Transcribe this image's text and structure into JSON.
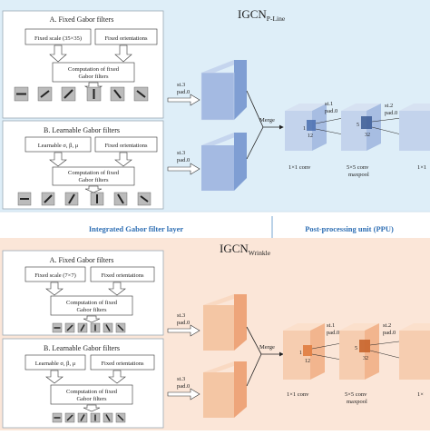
{
  "colors": {
    "top_bg": "#deeef8",
    "bottom_bg": "#fbe6d8",
    "panel_border": "#9aa9b5",
    "blue_block": "#9db4df",
    "orange_block": "#f4c6a4",
    "orange_dark": "#e07c3f",
    "blue_dark": "#4a6fb0",
    "divider": "#8bb5d8",
    "caption_blue": "#2f6fb4"
  },
  "top": {
    "title_main": "IGCN",
    "title_sub": "P-Line",
    "fixed": {
      "title": "A. Fixed Gabor filters",
      "box_left": "Fixed scale (35×35)",
      "box_right": "Fixed orientations",
      "compute_line1": "Computation of fixed",
      "compute_line2": "Gabor filters"
    },
    "learnable": {
      "title": "B. Learnable Gabor filters",
      "box_left": "Learnable σ, β, μ",
      "box_right": "Fixed orientations",
      "compute_line1": "Computation of fixed",
      "compute_line2": "Gabor filters"
    },
    "stride_a_line1": "st.3",
    "stride_a_line2": "pad.0",
    "stride_b_line1": "st.3",
    "stride_b_line2": "pad.0",
    "merge": "Merge",
    "st1_line1": "st.1",
    "st1_line2": "pad.0",
    "st2_line1": "st.2",
    "st2_line2": "pad.0",
    "conv1_label": "1×1  conv",
    "conv5_line1": "5×5 conv",
    "conv5_line2": "maxpool",
    "conv_last": "1×1",
    "kernel_1": "1",
    "kernel_12": "12",
    "kernel_5": "5",
    "kernel_32": "32"
  },
  "captions": {
    "left": "Integrated Gabor filter layer",
    "right": "Post-processing unit (PPU)"
  },
  "bottom": {
    "title_main": "IGCN",
    "title_sub": "Wrinkle",
    "fixed": {
      "title": "A. Fixed Gabor filters",
      "box_left": "Fixed scale (7×7)",
      "box_right": "Fixed orientations",
      "compute_line1": "Computation of fixed",
      "compute_line2": "Gabor filters"
    },
    "learnable": {
      "title": "B. Learnable Gabor filters",
      "box_left": "Learnable σ, β, μ",
      "box_right": "Fixed orientations",
      "compute_line1": "Computation of fixed",
      "compute_line2": "Gabor filters"
    },
    "stride_a_line1": "st.3",
    "stride_a_line2": "pad.0",
    "stride_b_line1": "st.3",
    "stride_b_line2": "pad.0",
    "merge": "Merge",
    "st1_line1": "st.1",
    "st1_line2": "pad.0",
    "st2_line1": "st.2",
    "st2_line2": "pad.0",
    "conv1_label": "1×1  conv",
    "conv5_line1": "5×5 conv",
    "conv5_line2": "maxpool",
    "conv_last": "1×",
    "kernel_1": "1",
    "kernel_12": "12",
    "kernel_5": "5",
    "kernel_32": "32"
  }
}
